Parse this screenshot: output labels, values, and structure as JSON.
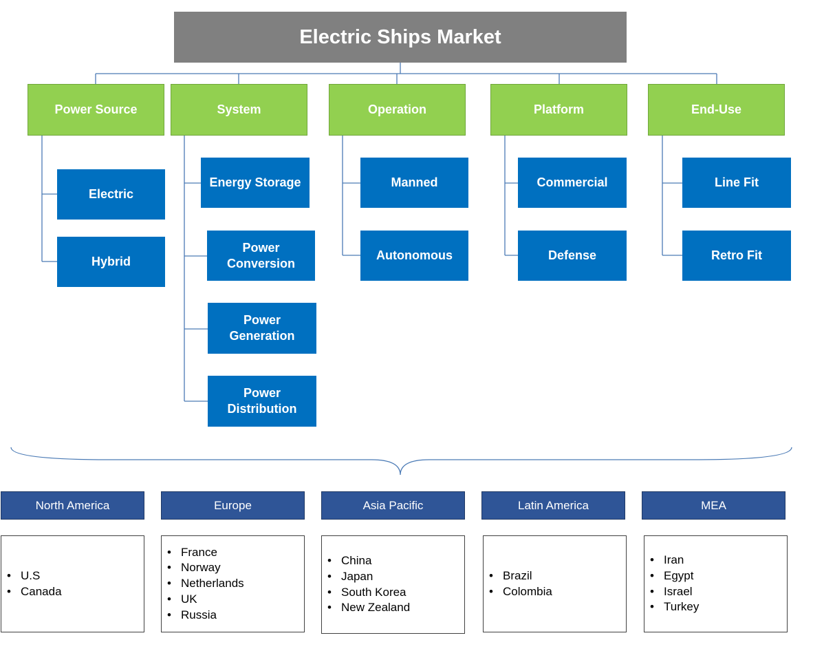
{
  "title": "Electric Ships Market",
  "segments": [
    {
      "label": "Power Source",
      "items": [
        "Electric",
        "Hybrid"
      ]
    },
    {
      "label": "System",
      "items": [
        "Energy Storage",
        "Power Conversion",
        "Power Generation",
        "Power Distribution"
      ]
    },
    {
      "label": "Operation",
      "items": [
        "Manned",
        "Autonomous"
      ]
    },
    {
      "label": "Platform",
      "items": [
        "Commercial",
        "Defense"
      ]
    },
    {
      "label": "End-Use",
      "items": [
        "Line Fit",
        "Retro Fit"
      ]
    }
  ],
  "regions": [
    {
      "label": "North America",
      "countries": [
        "U.S",
        "Canada"
      ]
    },
    {
      "label": "Europe",
      "countries": [
        "France",
        "Norway",
        "Netherlands",
        "UK",
        "Russia"
      ]
    },
    {
      "label": "Asia Pacific",
      "countries": [
        "China",
        "Japan",
        "South Korea",
        "New Zealand"
      ]
    },
    {
      "label": "Latin America",
      "countries": [
        "Brazil",
        "Colombia"
      ]
    },
    {
      "label": "MEA",
      "countries": [
        "Iran",
        "Egypt",
        "Israel",
        "Turkey"
      ]
    }
  ],
  "colors": {
    "title_bg": "#808080",
    "segment_bg": "#92d050",
    "item_bg": "#0070c0",
    "region_bg": "#2f5597",
    "connector": "#4a7ab5"
  }
}
